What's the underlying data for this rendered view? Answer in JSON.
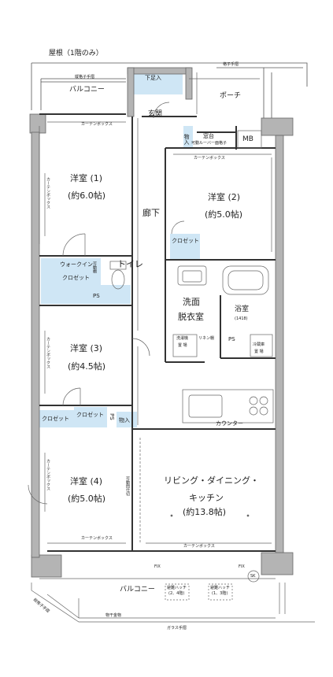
{
  "roof_label": "屋根（1階のみ）",
  "top_rail_label": "格子手摺",
  "top_balcony_rail_label": "縦格子手摺",
  "top_balcony_label": "バルコニー",
  "shoe_storage_label": "下足入",
  "entrance_label": "玄関",
  "porch_label": "ポーチ",
  "storage_small_label": "物入",
  "window_label": "窓台",
  "window_sub_label": "可動ルーバー面格子",
  "mb_label": "MB",
  "curtain_box_label": "カーテンボックス",
  "curtain_box_side_label": "カーテンボックス",
  "rooms": {
    "western1_name": "洋室 (1)",
    "western1_size": "(約6.0帖)",
    "western2_name": "洋室 (2)",
    "western2_size": "(約5.0帖)",
    "western3_name": "洋室 (3)",
    "western3_size": "(約4.5帖)",
    "western4_name": "洋室 (4)",
    "western4_size": "(約5.0帖)",
    "ldk_line1": "リビング・ダイニング・",
    "ldk_line2": "キッチン",
    "ldk_size": "(約13.8帖)"
  },
  "hallway_label": "廊下",
  "closet_label": "クロゼット",
  "walkin_line1": "ウォークイン",
  "walkin_line2": "クロゼット",
  "movable_shelf_label": "可動棚",
  "ps_label": "PS",
  "toilet_label": "トイレ",
  "washroom_line1": "洗面",
  "washroom_line2": "脱衣室",
  "bath_label": "浴室",
  "bath_size": "(1418)",
  "washer_line1": "洗濯機",
  "washer_line2": "置 場",
  "linen_label": "リネン棚",
  "fridge_line1": "冷蔵庫",
  "fridge_line2": "置 場",
  "storage_label": "物入",
  "counter_label": "カウンター",
  "movable_partition_label": "可動間仕切",
  "fix_label": "FIX",
  "sk_label": "SK",
  "bottom_balcony_label": "バルコニー",
  "hatch1_line1": "避難ハッチ",
  "hatch1_line2": "(2、4階)",
  "hatch2_line1": "避難ハッチ",
  "hatch2_line2": "(1、3階)",
  "drying_label": "物干金物",
  "glass_rail_label": "ガラス手摺",
  "side_rail_label": "縦格子手摺"
}
